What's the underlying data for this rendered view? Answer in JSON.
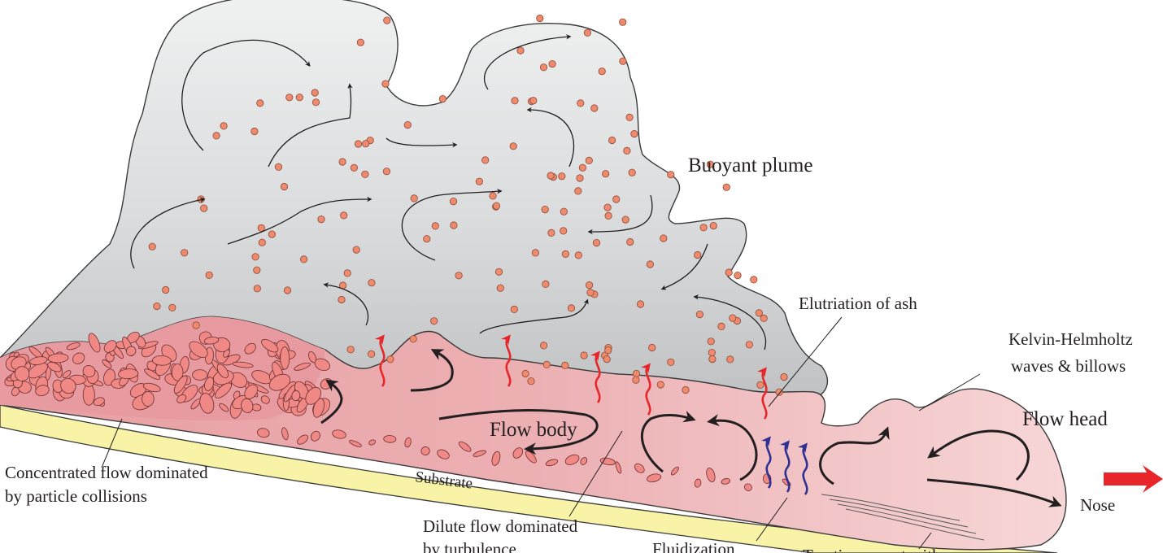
{
  "labels": {
    "buoyant_plume": "Buoyant plume",
    "elutriation": "Elutriation of ash",
    "kelvin_1": "Kelvin-Helmholtz",
    "kelvin_2": "waves & billows",
    "flow_head": "Flow head",
    "flow_body": "Flow body",
    "nose": "Nose",
    "substrate": "Substrate",
    "concentrated_1": "Concentrated flow dominated",
    "concentrated_2": "by particle collisions",
    "dilute_1": "Dilute flow dominated",
    "dilute_2": "by turbulence",
    "fluidization": "Fluidization",
    "traction": "Traction carpet with"
  },
  "colors": {
    "plume_fill": "#dcdedf",
    "plume_stroke": "#3a3a3a",
    "current_fill": "#efb4b8",
    "substrate_fill": "#f8f3a6",
    "clast_fill": "#f08986",
    "particle_fill": "#ef8a6c",
    "arrow_dark": "#231f20",
    "arrow_red": "#e8262a",
    "arrow_blue": "#2e3192"
  }
}
